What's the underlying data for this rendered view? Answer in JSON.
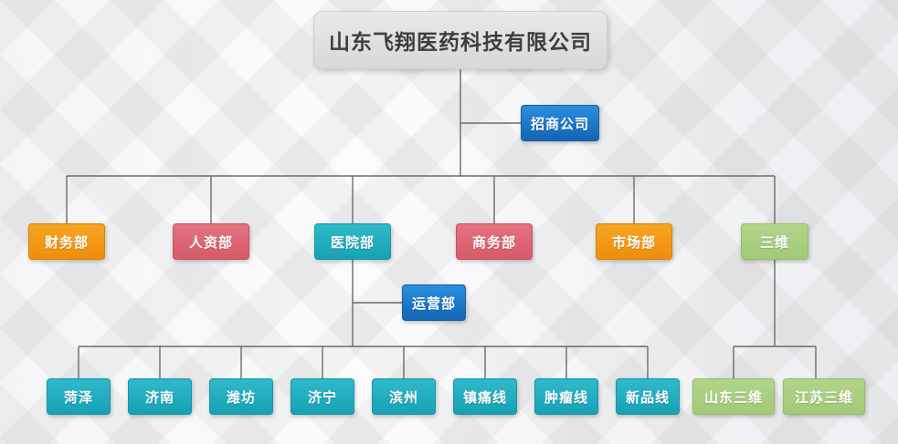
{
  "diagram": {
    "type": "org-chart",
    "title": "山东飞翔医药科技有限公司",
    "root": {
      "label": "山东飞翔医药科技有限公司",
      "color": "#e1e1e1"
    },
    "side_nodes": [
      {
        "label": "招商公司",
        "color": "#1464b4",
        "parent": "root"
      },
      {
        "label": "运营部",
        "color": "#1464b4",
        "parent": "医院部"
      }
    ],
    "departments": [
      {
        "label": "财务部",
        "color": "#f5a623"
      },
      {
        "label": "人资部",
        "color": "#e4737f"
      },
      {
        "label": "医院部",
        "color": "#2fb9c9"
      },
      {
        "label": "商务部",
        "color": "#e4737f"
      },
      {
        "label": "市场部",
        "color": "#f5a623"
      },
      {
        "label": "三维",
        "color": "#b2d48a"
      }
    ],
    "hospital_children": [
      {
        "label": "菏泽",
        "color": "#2fb9c9"
      },
      {
        "label": "济南",
        "color": "#2fb9c9"
      },
      {
        "label": "潍坊",
        "color": "#2fb9c9"
      },
      {
        "label": "济宁",
        "color": "#2fb9c9"
      },
      {
        "label": "滨州",
        "color": "#2fb9c9"
      },
      {
        "label": "镇痛线",
        "color": "#2fb9c9"
      },
      {
        "label": "肿瘤线",
        "color": "#2fb9c9"
      },
      {
        "label": "新品线",
        "color": "#2fb9c9"
      }
    ],
    "sanwei_children": [
      {
        "label": "山东三维",
        "color": "#b2d48a"
      },
      {
        "label": "江苏三维",
        "color": "#b2d48a"
      }
    ]
  }
}
